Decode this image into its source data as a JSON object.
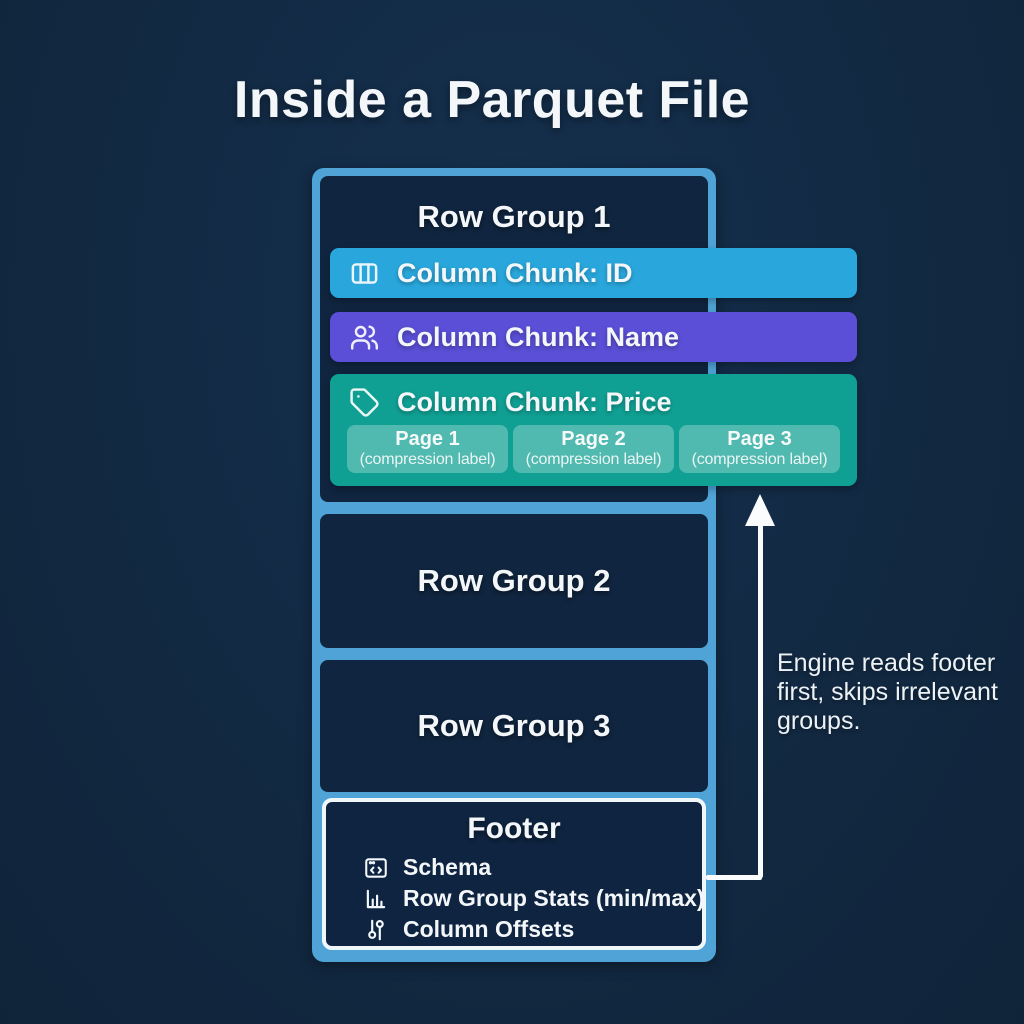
{
  "title": "Inside a Parquet File",
  "diagram": {
    "row_group_1": {
      "label": "Row Group 1",
      "chunks": [
        {
          "icon": "columns-icon",
          "label": "Column Chunk: ID",
          "color": "#29A7DC"
        },
        {
          "icon": "users-icon",
          "label": "Column Chunk: Name",
          "color": "#5A4FD6"
        },
        {
          "icon": "tag-icon",
          "label": "Column Chunk: Price",
          "color": "#10A093",
          "pages": [
            {
              "label": "Page 1",
              "sublabel": "(compression label)"
            },
            {
              "label": "Page 2",
              "sublabel": "(compression label)"
            },
            {
              "label": "Page 3",
              "sublabel": "(compression label)"
            }
          ],
          "page_chip_color": "rgba(255,255,255,0.27)"
        }
      ]
    },
    "row_group_2": {
      "label": "Row Group 2"
    },
    "row_group_3": {
      "label": "Row Group 3"
    },
    "footer": {
      "title": "Footer",
      "items": [
        {
          "icon": "schema-icon",
          "label": "Schema"
        },
        {
          "icon": "bar-chart-icon",
          "label": "Row Group Stats (min/max)"
        },
        {
          "icon": "column-offsets-icon",
          "label": "Column Offsets"
        }
      ]
    }
  },
  "annotation": {
    "text": "Engine reads footer first, skips irrelevant groups."
  },
  "colors": {
    "background": "#122942",
    "file_container": "#4FA3D6",
    "group_box": "#10253F",
    "chunk_id": "#29A7DC",
    "chunk_name": "#5A4FD6",
    "chunk_price": "#10A093",
    "footer_border": "#F0F7FB",
    "arrow": "#FAFCFE",
    "text": "#F4F7FA"
  }
}
